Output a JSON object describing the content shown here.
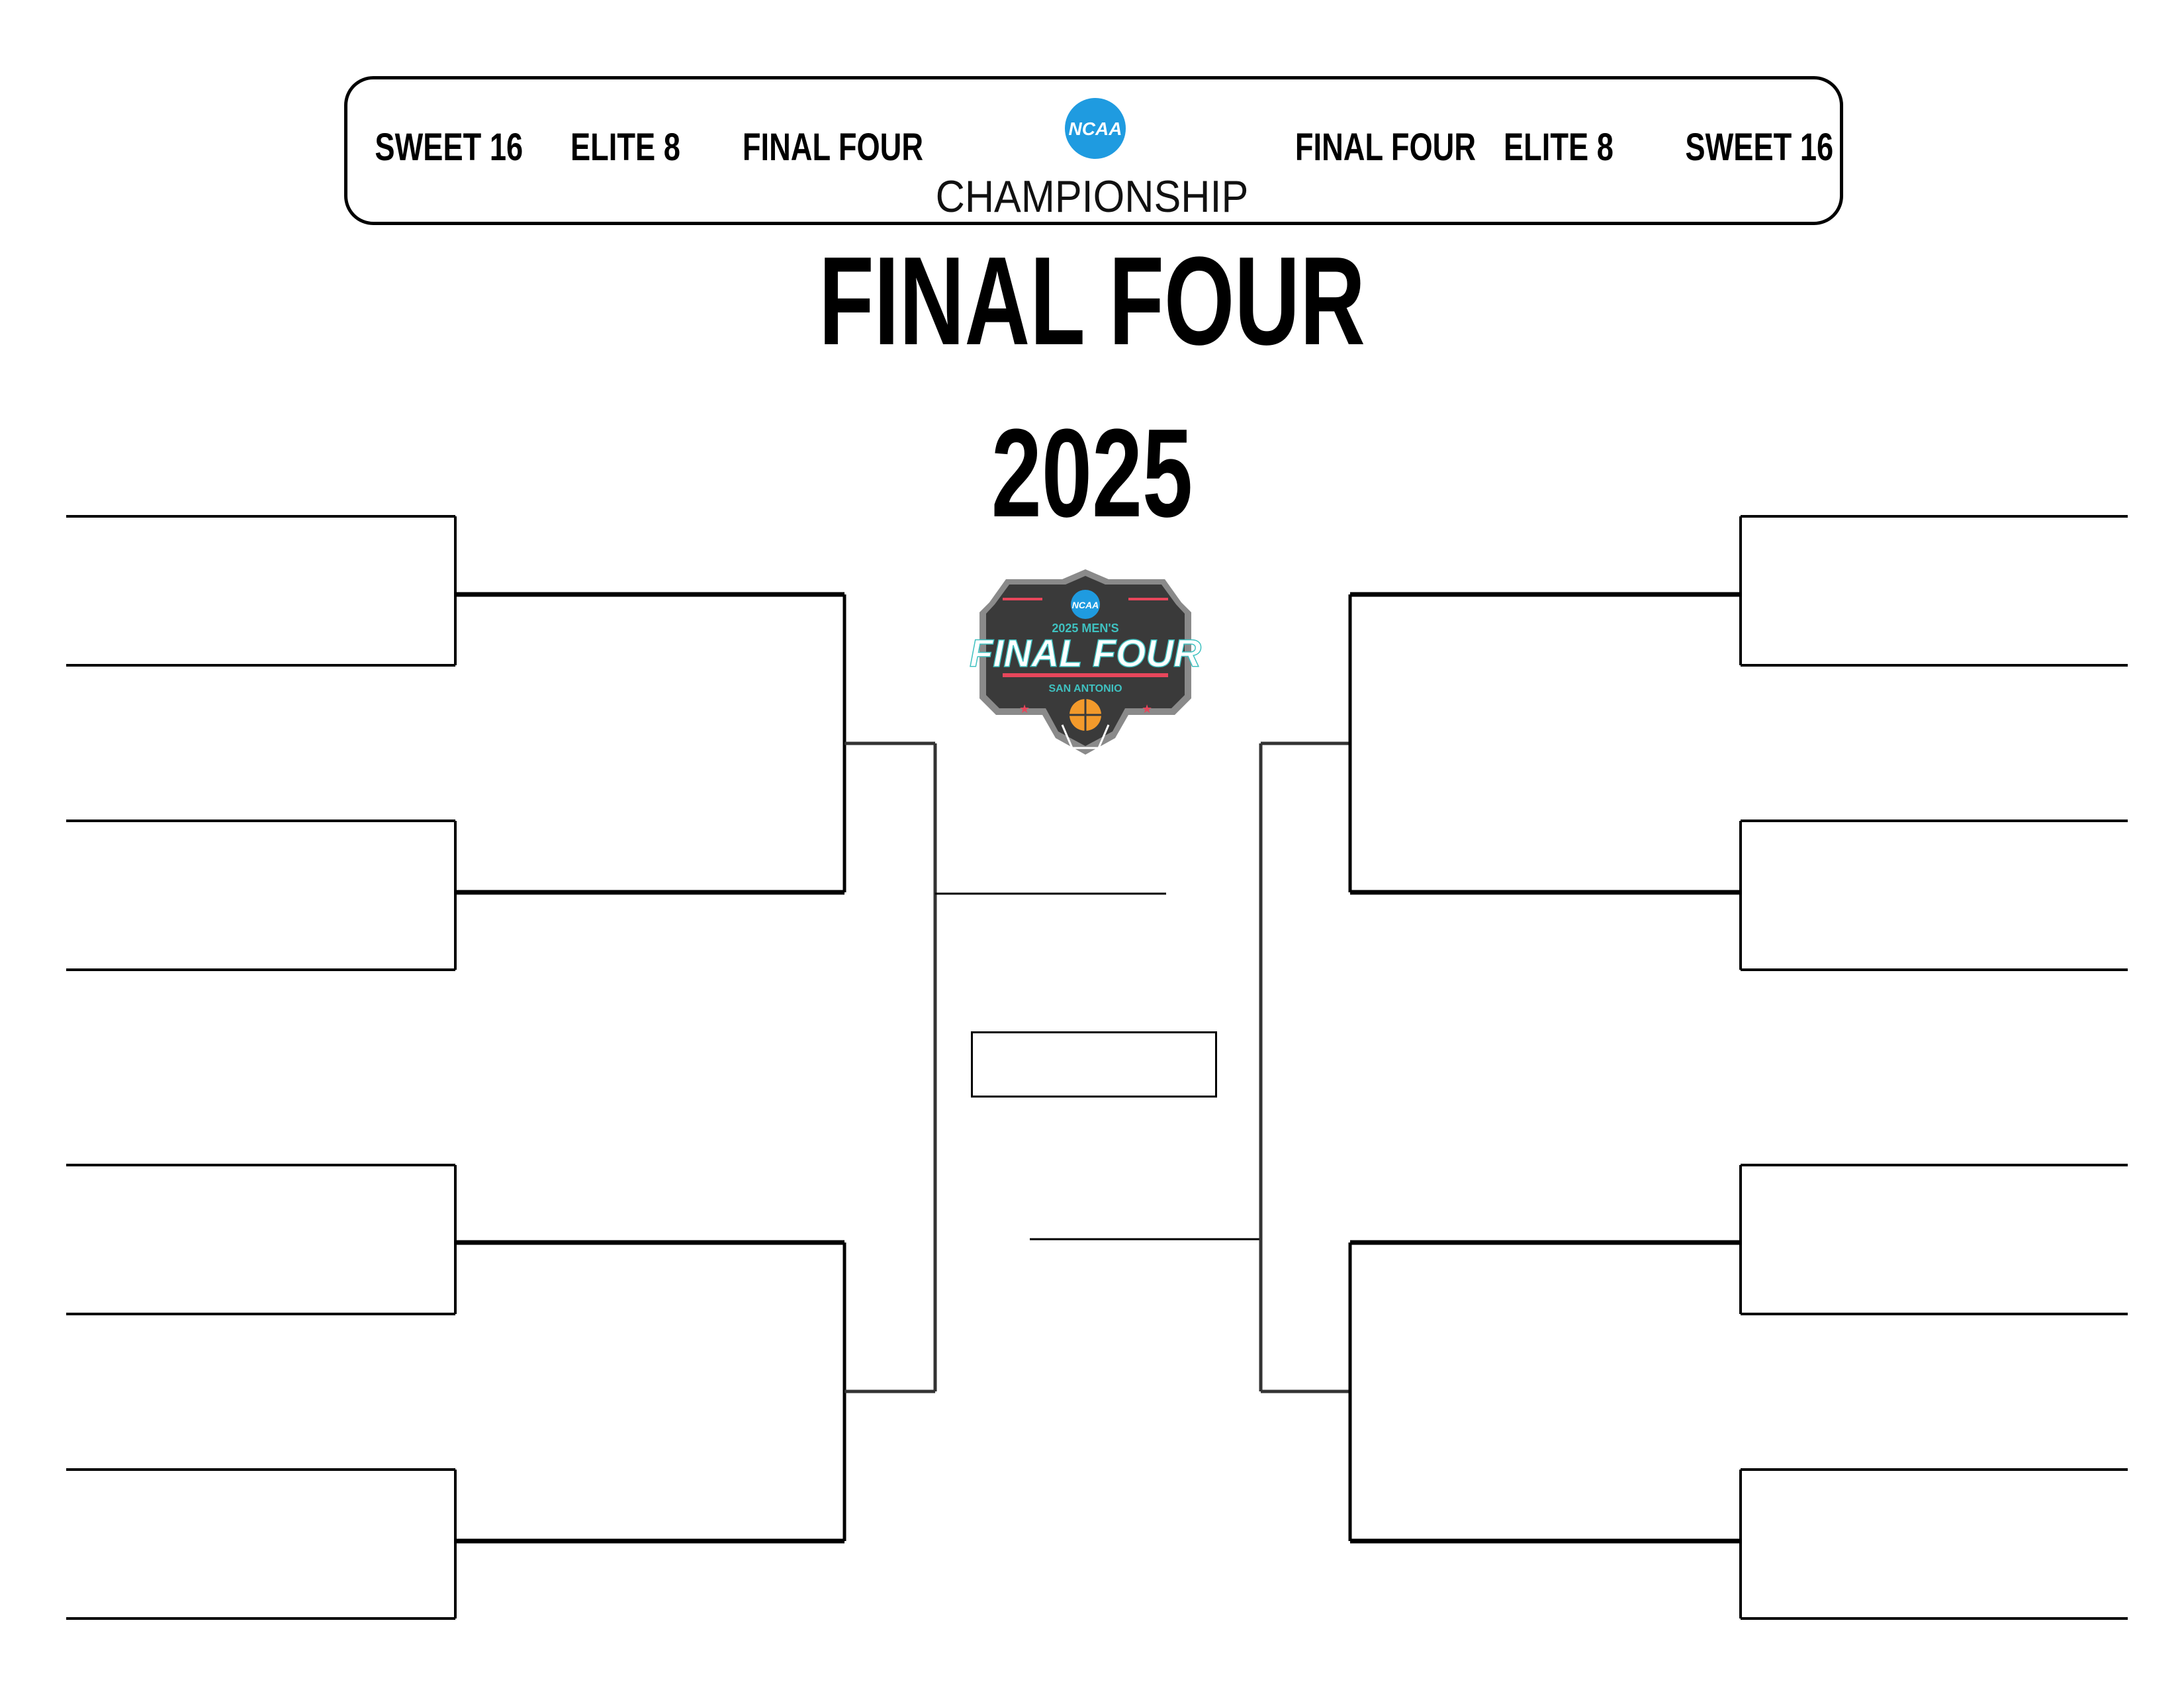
{
  "header": {
    "rounds_left": [
      "SWEET 16",
      "ELITE 8",
      "FINAL FOUR"
    ],
    "rounds_right": [
      "FINAL FOUR",
      "ELITE 8",
      "SWEET 16"
    ],
    "center_logo_text": "NCAA",
    "center_label": "CHAMPIONSHIP"
  },
  "title": "FINAL FOUR",
  "year": "2025",
  "event_logo": {
    "top_text": "NCAA",
    "subtitle": "2025 MEN'S",
    "main": "FINAL FOUR",
    "location": "SAN ANTONIO"
  },
  "colors": {
    "ncaa_blue": "#1f9be0",
    "logo_dark": "#3a3a3a",
    "logo_teal": "#3fc1c0",
    "logo_orange": "#f39a2b",
    "logo_pink": "#e8465b"
  },
  "champion_box": {
    "value": ""
  }
}
